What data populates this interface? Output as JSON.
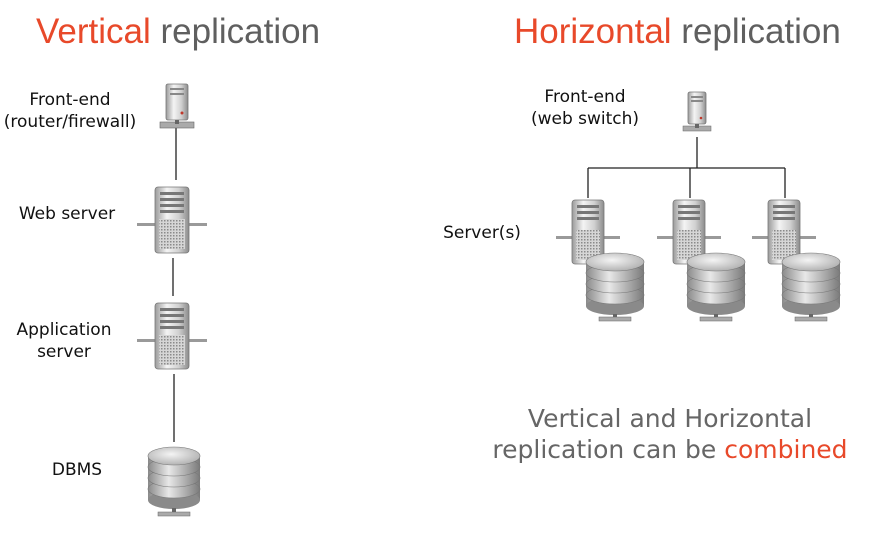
{
  "vertical": {
    "title_accent": "Vertical",
    "title_rest": " replication",
    "frontend_line1": "Front-end",
    "frontend_line2": "(router/firewall)",
    "web_server": "Web server",
    "app_line1": "Application",
    "app_line2": "server",
    "dbms": "DBMS"
  },
  "horizontal": {
    "title_accent": "Horizontal",
    "title_rest": " replication",
    "frontend_line1": "Front-end",
    "frontend_line2": "(web switch)",
    "servers": "Server(s)"
  },
  "note": {
    "line1": "Vertical and Horizontal",
    "line2_prefix": "replication can be ",
    "line2_accent": "combined"
  },
  "colors": {
    "accent": "#e8492a",
    "title_gray": "#5f5f5f",
    "note_gray": "#666666"
  }
}
